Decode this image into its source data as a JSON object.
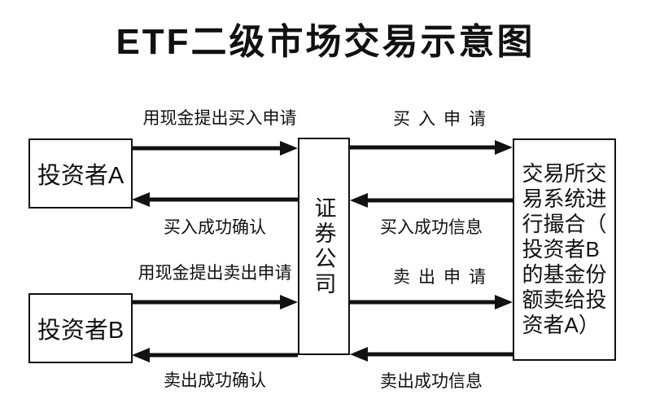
{
  "title": "ETF二级市场交易示意图",
  "nodes": {
    "investor_a": "投资者A",
    "investor_b": "投资者B",
    "broker": "证券公司",
    "exchange": "交易所交\n易系统进\n行撮合（\n投资者B\n的基金份\n额卖给投\n资者A）"
  },
  "flow_labels": {
    "buy_request_cash": "用现金提出买入申请",
    "buy_request": "买入申请",
    "buy_success_confirm": "买入成功确认",
    "buy_success_info": "买入成功信息",
    "sell_request_cash": "用现金提出卖出申请",
    "sell_request": "卖出申请",
    "sell_success_confirm": "卖出成功确认",
    "sell_success_info": "卖出成功信息"
  },
  "colors": {
    "ink": "#111111",
    "background": "#ffffff"
  }
}
